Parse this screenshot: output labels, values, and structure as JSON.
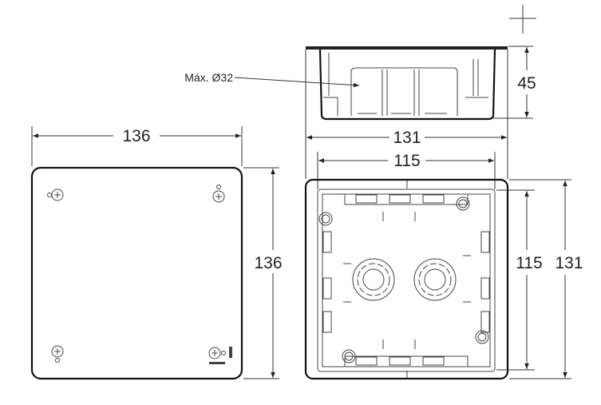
{
  "drawing": {
    "cover_view": {
      "width_label": "136",
      "height_label": "136"
    },
    "side_view": {
      "depth_label": "45",
      "conduit_label": "Máx. Ø32"
    },
    "front_view": {
      "outer_width_label": "131",
      "inner_width_label": "115",
      "inner_height_label": "115",
      "outer_height_label": "131"
    }
  }
}
